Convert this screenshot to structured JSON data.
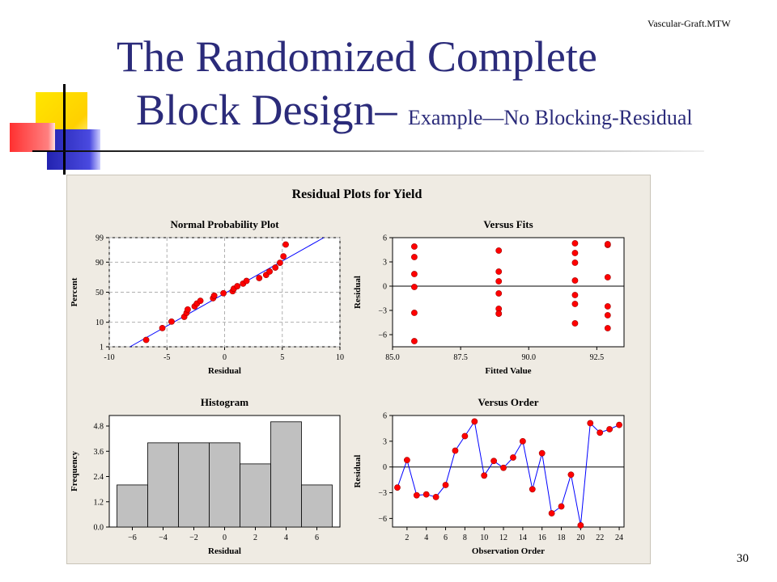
{
  "slide": {
    "title_line1": "The Randomized Complete",
    "title_line2": "Block Design",
    "title_dash": "– ",
    "subtitle": "Example—No Blocking-Residual",
    "file_label": "Vascular-Graft.MTW",
    "page_number": "30"
  },
  "colors": {
    "title": "#2b2b7a",
    "point": "#ff0000",
    "line": "#0000ff",
    "bar": "#c0c0c0",
    "panel_bg": "#efebe3"
  },
  "figure_title": "Residual Plots for Yield",
  "chart_data": [
    {
      "type": "scatter",
      "title": "Normal Probability Plot",
      "xlabel": "Residual",
      "ylabel": "Percent",
      "xlim": [
        -10,
        10
      ],
      "xticks": [
        -10,
        -5,
        0,
        5,
        10
      ],
      "yticks": [
        1,
        10,
        50,
        90,
        99
      ],
      "y_scale": "normal probability",
      "grid": true,
      "fit_line": {
        "x": [
          -8.2,
          8.6
        ],
        "y": [
          1,
          99
        ]
      },
      "x": [
        -6.8,
        -5.4,
        -4.6,
        -3.5,
        -3.3,
        -3.2,
        -2.6,
        -2.4,
        -2.1,
        -1.0,
        -0.9,
        -0.1,
        0.7,
        0.8,
        1.1,
        1.6,
        1.9,
        3.0,
        3.6,
        3.9,
        4.4,
        4.8,
        5.1,
        5.3
      ],
      "y": [
        2.1,
        6.3,
        10.5,
        14.7,
        18.9,
        23.1,
        27.3,
        31.5,
        35.7,
        39.9,
        44.1,
        48.3,
        51.7,
        55.9,
        60.1,
        64.3,
        68.5,
        72.7,
        76.9,
        81.1,
        85.3,
        89.5,
        93.7,
        97.9
      ]
    },
    {
      "type": "scatter",
      "title": "Versus Fits",
      "xlabel": "Fitted Value",
      "ylabel": "Residual",
      "xlim": [
        85.0,
        93.5
      ],
      "ylim": [
        -7.5,
        6
      ],
      "xticks": [
        "85.0",
        "87.5",
        "90.0",
        "92.5"
      ],
      "yticks": [
        6,
        3,
        0,
        -3,
        -6
      ],
      "reference_line": 0,
      "x": [
        85.8,
        85.8,
        85.8,
        85.8,
        85.8,
        85.8,
        88.9,
        88.9,
        88.9,
        88.9,
        88.9,
        88.9,
        88.9,
        91.7,
        91.7,
        91.7,
        91.7,
        91.7,
        91.7,
        91.7,
        92.9,
        92.9,
        92.9,
        92.9,
        92.9,
        92.9
      ],
      "y": [
        4.9,
        3.6,
        1.5,
        -0.1,
        -3.3,
        -6.8,
        4.4,
        1.8,
        0.6,
        -0.9,
        -2.8,
        -3.4,
        -3.4,
        4.1,
        2.9,
        0.7,
        -1.1,
        -2.2,
        -4.6,
        5.3,
        5.1,
        1.1,
        -2.5,
        -3.6,
        -5.2,
        5.2
      ],
      "note": "points as visible"
    },
    {
      "type": "bar",
      "title": "Histogram",
      "xlabel": "Residual",
      "ylabel": "Frequency",
      "bin_edges": [
        -7,
        -5,
        -3,
        -1,
        1,
        3,
        5,
        7
      ],
      "values": [
        2,
        4,
        4,
        4,
        3,
        5,
        2
      ],
      "xticks": [
        -6,
        -4,
        -2,
        0,
        2,
        4,
        6
      ],
      "yticks": [
        "0.0",
        "1.2",
        "2.4",
        "3.6",
        "4.8"
      ],
      "ylim": [
        0,
        5.3
      ]
    },
    {
      "type": "line",
      "title": "Versus Order",
      "xlabel": "Observation Order",
      "ylabel": "Residual",
      "xlim": [
        0.5,
        24.5
      ],
      "ylim": [
        -7,
        6
      ],
      "xticks": [
        2,
        4,
        6,
        8,
        10,
        12,
        14,
        16,
        18,
        20,
        22,
        24
      ],
      "yticks": [
        6,
        3,
        0,
        -3,
        -6
      ],
      "reference_line": 0,
      "x": [
        1,
        2,
        3,
        4,
        5,
        6,
        7,
        8,
        9,
        10,
        11,
        12,
        13,
        14,
        15,
        16,
        17,
        18,
        19,
        20,
        21,
        22,
        23,
        24
      ],
      "y": [
        -2.4,
        0.8,
        -3.3,
        -3.2,
        -3.5,
        -2.1,
        1.9,
        3.6,
        5.3,
        -1.0,
        0.7,
        -0.1,
        1.1,
        3.0,
        -2.6,
        1.6,
        -5.4,
        -4.6,
        -0.9,
        -6.8,
        5.1,
        4.0,
        4.4,
        4.9
      ]
    }
  ]
}
